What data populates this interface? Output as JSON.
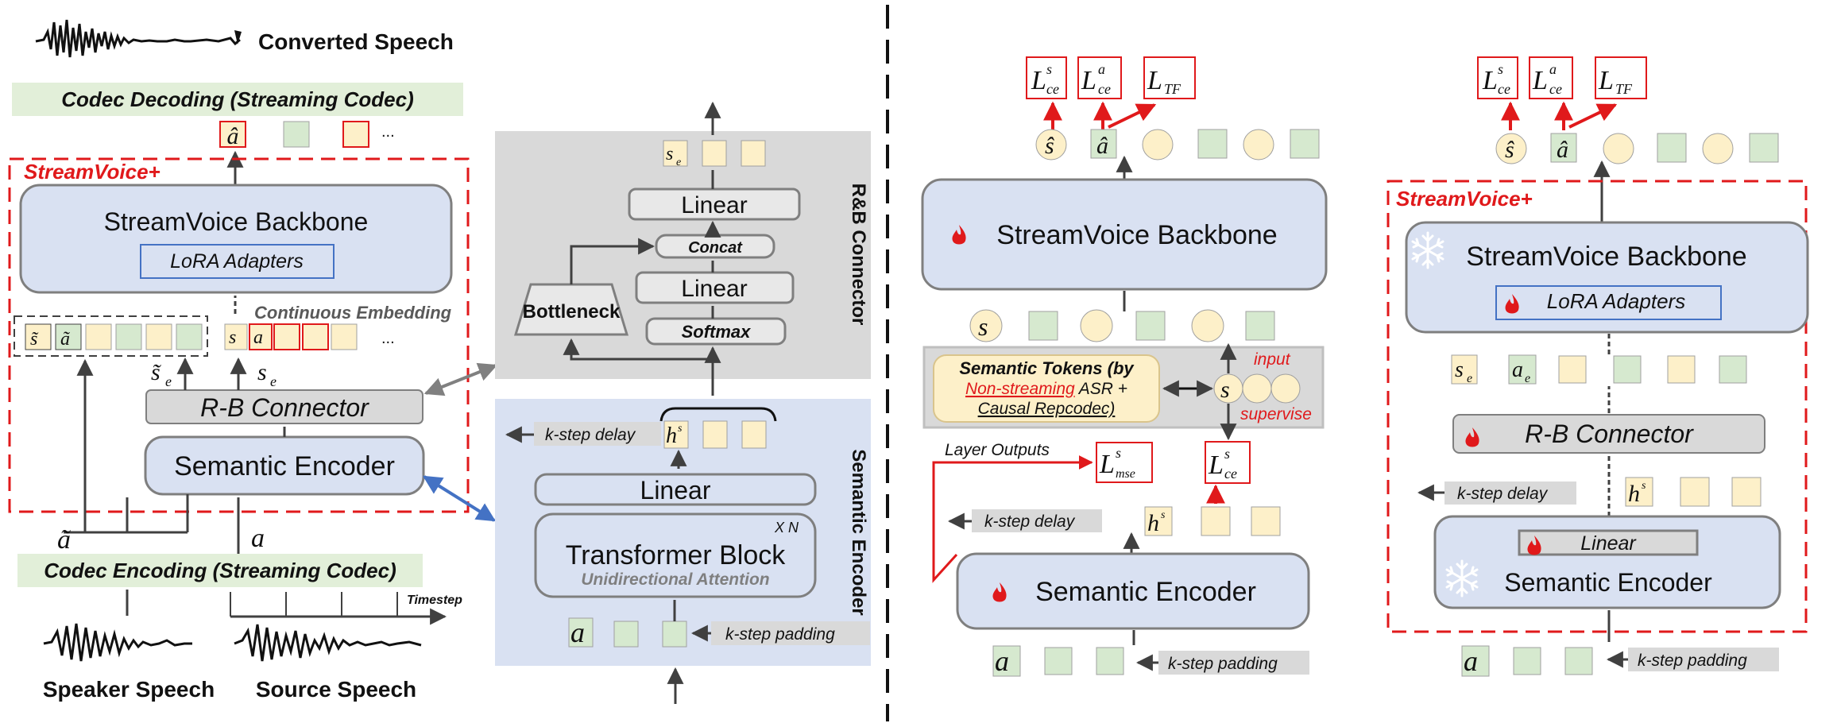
{
  "colors": {
    "red": "#e0191b",
    "blue_box": "#d9e1f2",
    "blue_stroke": "#7f7f7f",
    "green_band": "#e2efd9",
    "green_token": "#d6e9cf",
    "yellow_token": "#fdf0c9",
    "gray_panel": "#d9d9d9",
    "lightgray": "#efefef",
    "blue_arrow": "#4472c4"
  },
  "icons": [
    "waveform-icon",
    "fire-icon",
    "snowflake-icon"
  ],
  "left": {
    "converted_speech": "Converted Speech",
    "codec_decoding": "Codec Decoding (Streaming Codec)",
    "streamvoice_plus": "StreamVoice+",
    "backbone": "StreamVoice Backbone",
    "lora": "LoRA Adapters",
    "continuous_embedding": "Continuous Embedding",
    "rb_connector": "R-B Connector",
    "semantic_encoder": "Semantic Encoder",
    "codec_encoding": "Codec Encoding (Streaming Codec)",
    "timestep": "Timestep",
    "speaker_speech": "Speaker Speech",
    "source_speech": "Source Speech",
    "ellipsis": "..."
  },
  "middle": {
    "rb_title": "R&B Connector",
    "linear_top": "Linear",
    "concat": "Concat",
    "linear_mid": "Linear",
    "softmax": "Softmax",
    "bottleneck": "Bottleneck",
    "se_title": "Semantic Encoder",
    "k_step_delay": "k-step delay",
    "linear_se": "Linear",
    "xn": "X N",
    "transformer_block": "Transformer Block",
    "unidirectional": "Unidirectional Attention",
    "k_step_padding": "k-step padding"
  },
  "right1": {
    "backbone": "StreamVoice Backbone",
    "semantic_tokens_l1": "Semantic Tokens (by",
    "semantic_tokens_l2a": "Non-streaming",
    "semantic_tokens_l2b": " ASR +",
    "semantic_tokens_l3": "Causal Repcodec)",
    "input": "input",
    "supervise": "supervise",
    "layer_outputs": "Layer Outputs",
    "k_step_delay": "k-step delay",
    "semantic_encoder": "Semantic Encoder",
    "k_step_padding": "k-step padding"
  },
  "right2": {
    "streamvoice_plus": "StreamVoice+",
    "backbone": "StreamVoice Backbone",
    "lora": "LoRA Adapters",
    "rb_connector": "R-B Connector",
    "k_step_delay": "k-step delay",
    "linear": "Linear",
    "semantic_encoder": "Semantic Encoder",
    "k_step_padding": "k-step padding"
  },
  "math": {
    "a": "a",
    "a_hat": "â",
    "a_tilde": "ã",
    "s": "s",
    "s_hat": "ŝ",
    "s_tilde": "s̃",
    "sub_e": "e",
    "sup_s": "s",
    "sup_a": "a",
    "L": "L",
    "sub_ce": "ce",
    "sub_mse": "mse",
    "sub_TF": "TF",
    "h": "h"
  }
}
